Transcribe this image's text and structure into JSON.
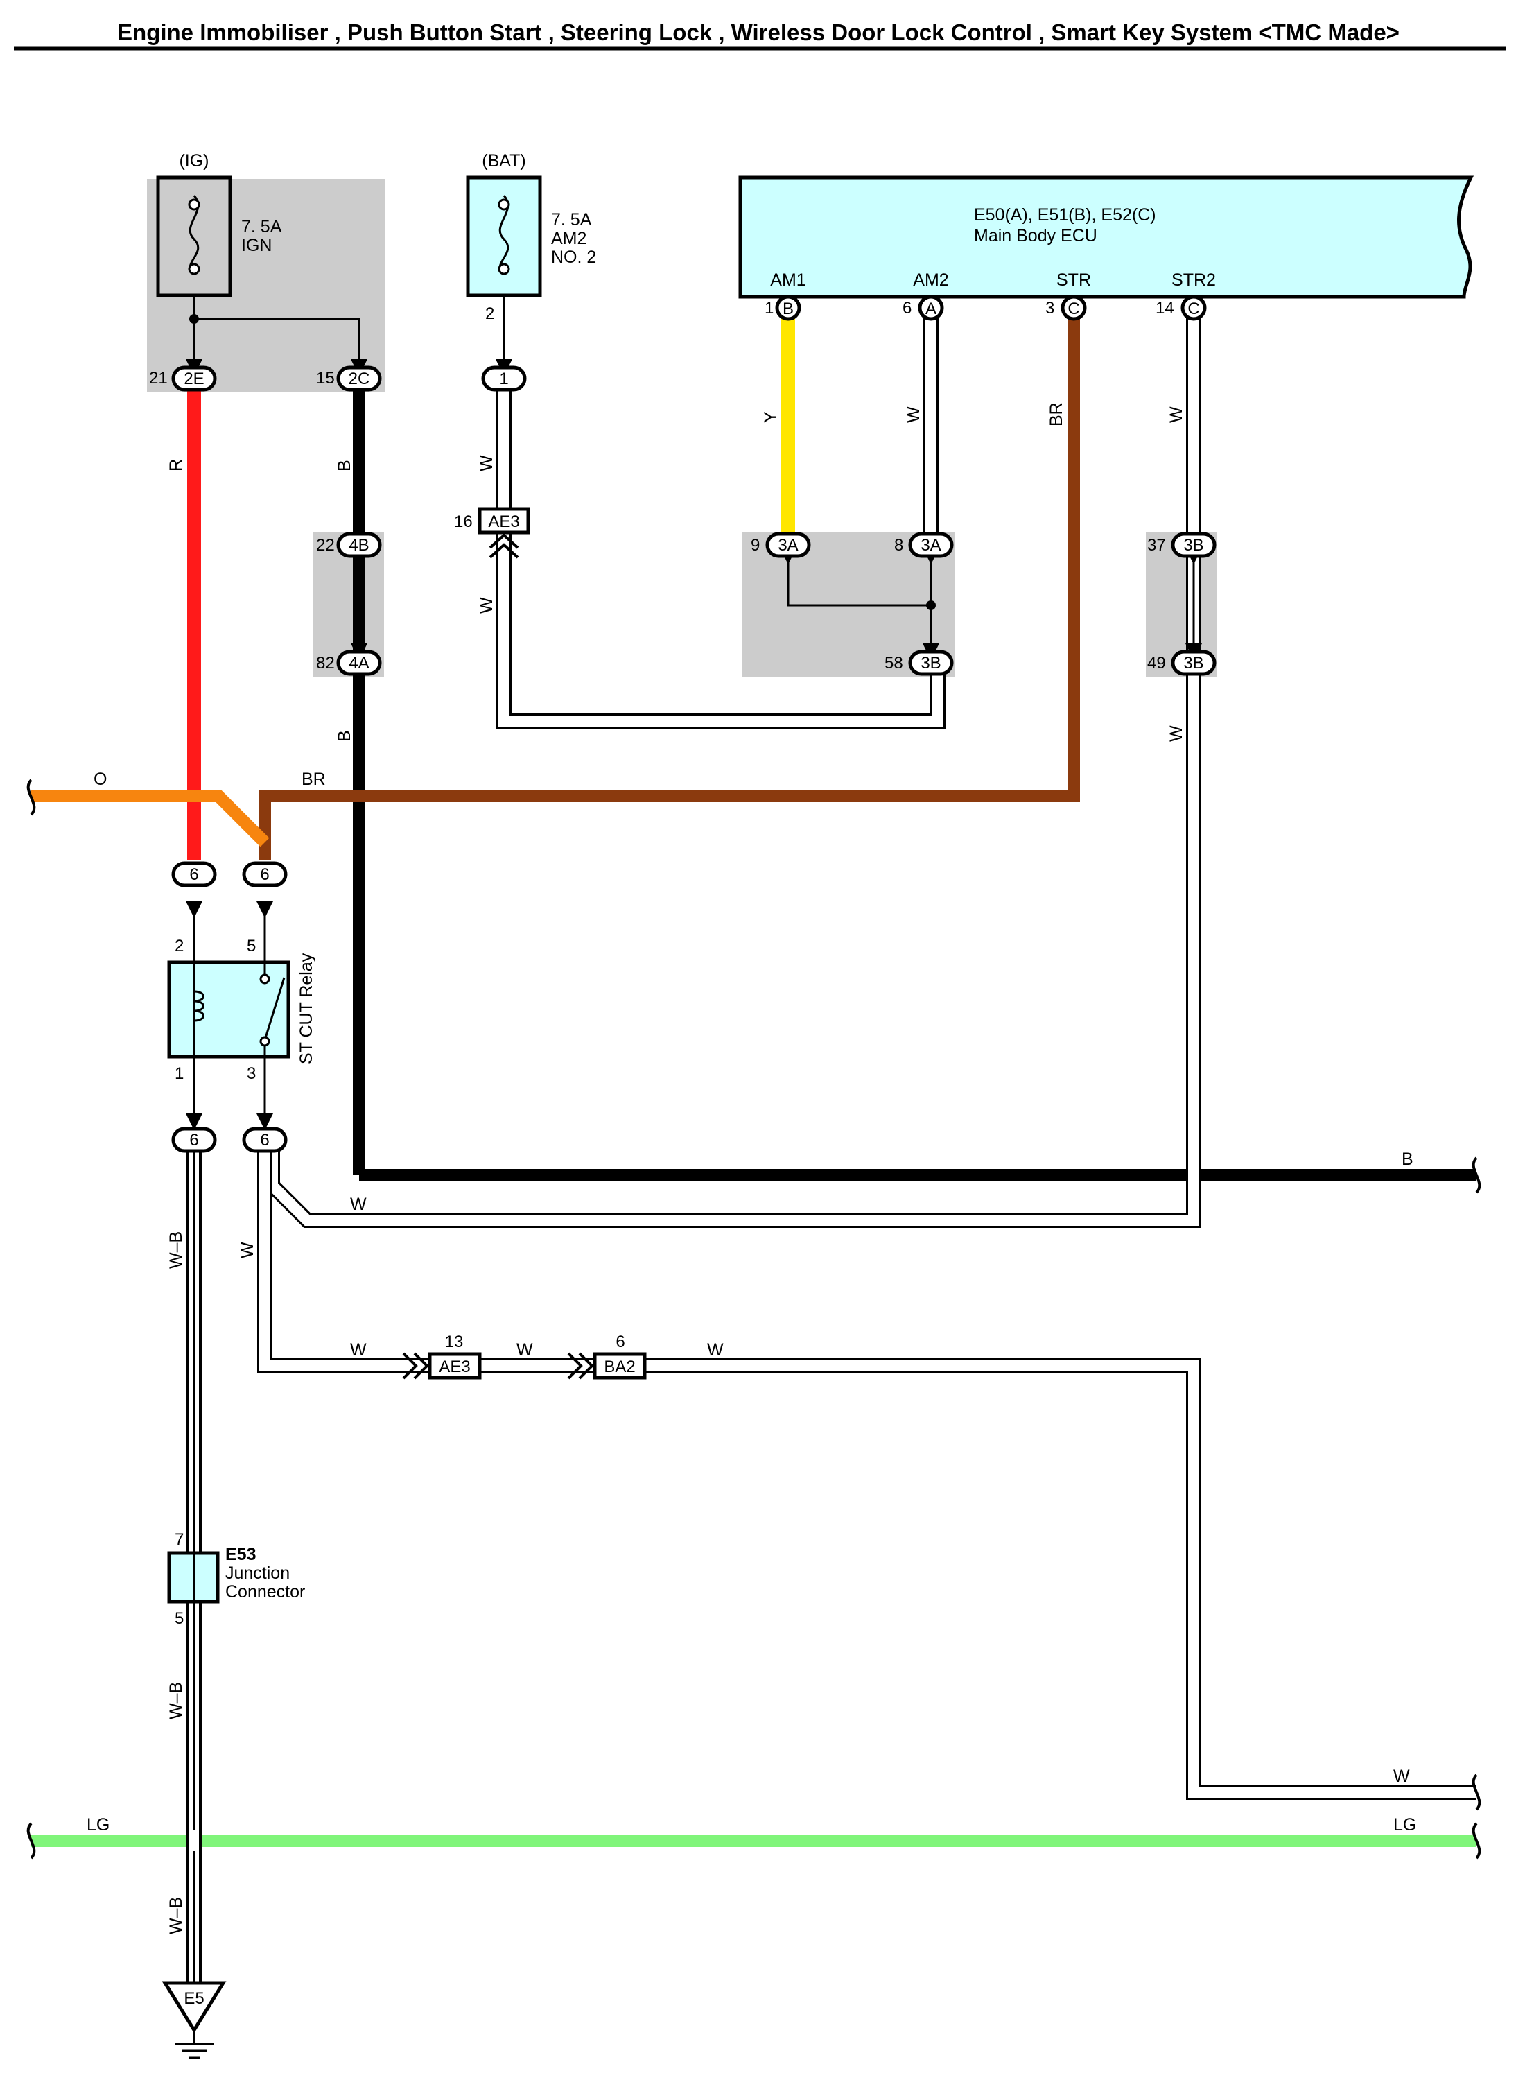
{
  "title": "Engine Immobiliser , Push Button Start , Steering Lock , Wireless Door Lock Control , Smart Key System <TMC Made>",
  "colors": {
    "R": "#ff1a1a",
    "B": "#000000",
    "W": "#ffffff",
    "Y": "#ffe600",
    "BR": "#8b3a0e",
    "O": "#f7850f",
    "LG": "#80f57a",
    "W-B": "#ffffff",
    "component_fill": "#ccffff",
    "junction_block": "#cccccc"
  },
  "fuses": {
    "ig": {
      "source": "(IG)",
      "rating": "7. 5A",
      "name": "IGN"
    },
    "bat": {
      "source": "(BAT)",
      "rating": "7. 5A",
      "name_line1": "AM2",
      "name_line2": "NO. 2",
      "pin": "2"
    }
  },
  "ecu": {
    "title": "E50(A), E51(B), E52(C)",
    "name": "Main Body ECU",
    "terminals": [
      {
        "label": "AM1",
        "pin": "1",
        "connector": "B"
      },
      {
        "label": "AM2",
        "pin": "6",
        "connector": "A"
      },
      {
        "label": "STR",
        "pin": "3",
        "connector": "C"
      },
      {
        "label": "STR2",
        "pin": "14",
        "connector": "C"
      }
    ]
  },
  "junction_pins": {
    "p21": {
      "num": "21",
      "code": "2E"
    },
    "p15": {
      "num": "15",
      "code": "2C"
    },
    "p22": {
      "num": "22",
      "code": "4B"
    },
    "p82": {
      "num": "82",
      "code": "4A"
    },
    "p9": {
      "num": "9",
      "code": "3A"
    },
    "p8": {
      "num": "8",
      "code": "3A"
    },
    "p58": {
      "num": "58",
      "code": "3B"
    },
    "p37": {
      "num": "37",
      "code": "3B"
    },
    "p49": {
      "num": "49",
      "code": "3B"
    },
    "bat1": {
      "code": "1"
    }
  },
  "inline_connectors": {
    "ae3_top": {
      "num": "16",
      "code": "AE3"
    },
    "ae3_mid": {
      "num": "13",
      "code": "AE3"
    },
    "ba2": {
      "num": "6",
      "code": "BA2"
    }
  },
  "relay": {
    "name": "ST CUT Relay",
    "connector": "6",
    "pins": {
      "p2": "2",
      "p5": "5",
      "p1": "1",
      "p3": "3"
    }
  },
  "junction_connector": {
    "code": "E53",
    "line1": "Junction",
    "line2": "Connector",
    "pin_top": "7",
    "pin_bottom": "5"
  },
  "ground": {
    "code": "E5"
  },
  "wire_labels": {
    "red": "R",
    "black_top": "B",
    "black_mid": "B",
    "black_right": "B",
    "white_bat_1": "W",
    "white_bat_2": "W",
    "yellow": "Y",
    "white_am2": "W",
    "brown_v": "BR",
    "brown_h": "BR",
    "white_str2_1": "W",
    "white_str2_2": "W",
    "orange": "O",
    "white_relay_h": "W",
    "white_relay_v": "W",
    "white_ae3_left": "W",
    "white_ae3_mid": "W",
    "white_ba2_right": "W",
    "wb_1": "W–B",
    "wb_2": "W–B",
    "wb_3": "W–B",
    "white_right_bottom": "W",
    "lg_left": "LG",
    "lg_right": "LG"
  }
}
